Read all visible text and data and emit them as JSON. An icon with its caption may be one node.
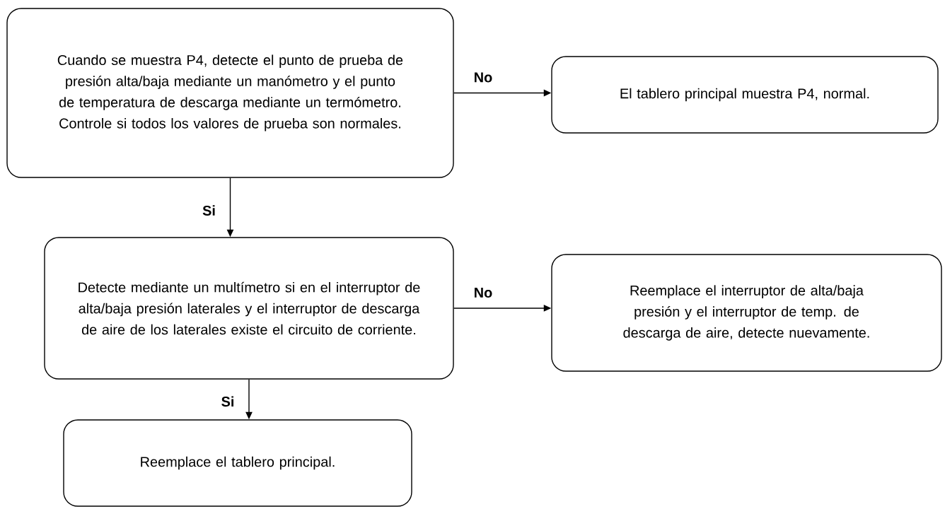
{
  "diagram": {
    "nodes": [
      {
        "text": [
          "Cuando se muestra P4, detecte el punto de prueba de presión alta/baja mediante un manómetro y el punto de temperatura de descarga mediante un termómetro. Controle si todos los valores de prueba son normales."
        ]
      },
      {
        "text": [
          "El tablero principal muestra P4, normal."
        ]
      },
      {
        "text": [
          "Detecte mediante un multímetro si en el interruptor de alta/baja presión laterales y el interruptor de descarga de aire de los laterales existe el circuito de corriente."
        ]
      },
      {
        "text": [
          "Reemplace el interruptor de alta/baja presión y el interruptor de temp. de descarga de aire, detecte nuevamente."
        ]
      },
      {
        "text": [
          "Reemplace el tablero principal."
        ]
      }
    ],
    "edges": [
      {
        "from": 0,
        "to": 1,
        "arrow": "to",
        "label": "No"
      },
      {
        "from": 0,
        "to": 2,
        "arrow": "to",
        "label": "Si"
      },
      {
        "from": 2,
        "to": 3,
        "arrow": "to",
        "label": "No"
      },
      {
        "from": 2,
        "to": 4,
        "arrow": "to",
        "label": "Si"
      }
    ]
  }
}
